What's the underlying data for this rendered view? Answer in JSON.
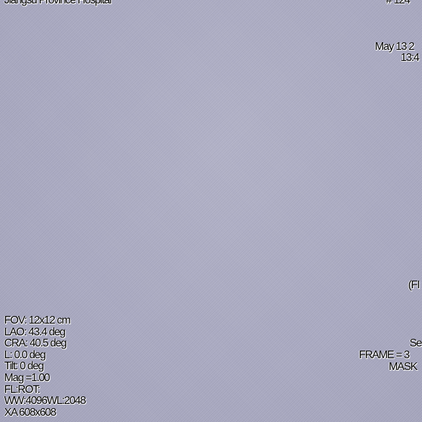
{
  "top_left": {
    "hospital": "Jiangsu Province Hospital"
  },
  "top_right": {
    "id": "# 124",
    "date": "May 13 2",
    "time": "13:4"
  },
  "mid_right": {
    "label": "(FI"
  },
  "bottom_left": {
    "lines": [
      "FOV: 12x12 cm",
      "LAO: 43.4 deg",
      "CRA: 40.5 deg",
      "L: 0.0 deg",
      "Tilt: 0 deg",
      "Mag =1.00",
      "FL:ROT:",
      "WW:4096WL:2048",
      "XA 608x608"
    ]
  },
  "bottom_right": {
    "series": "Se",
    "frame": "FRAME =  3",
    "mask": "MASK"
  },
  "colors": {
    "background": "#a9a9c2",
    "text": "#000000"
  }
}
